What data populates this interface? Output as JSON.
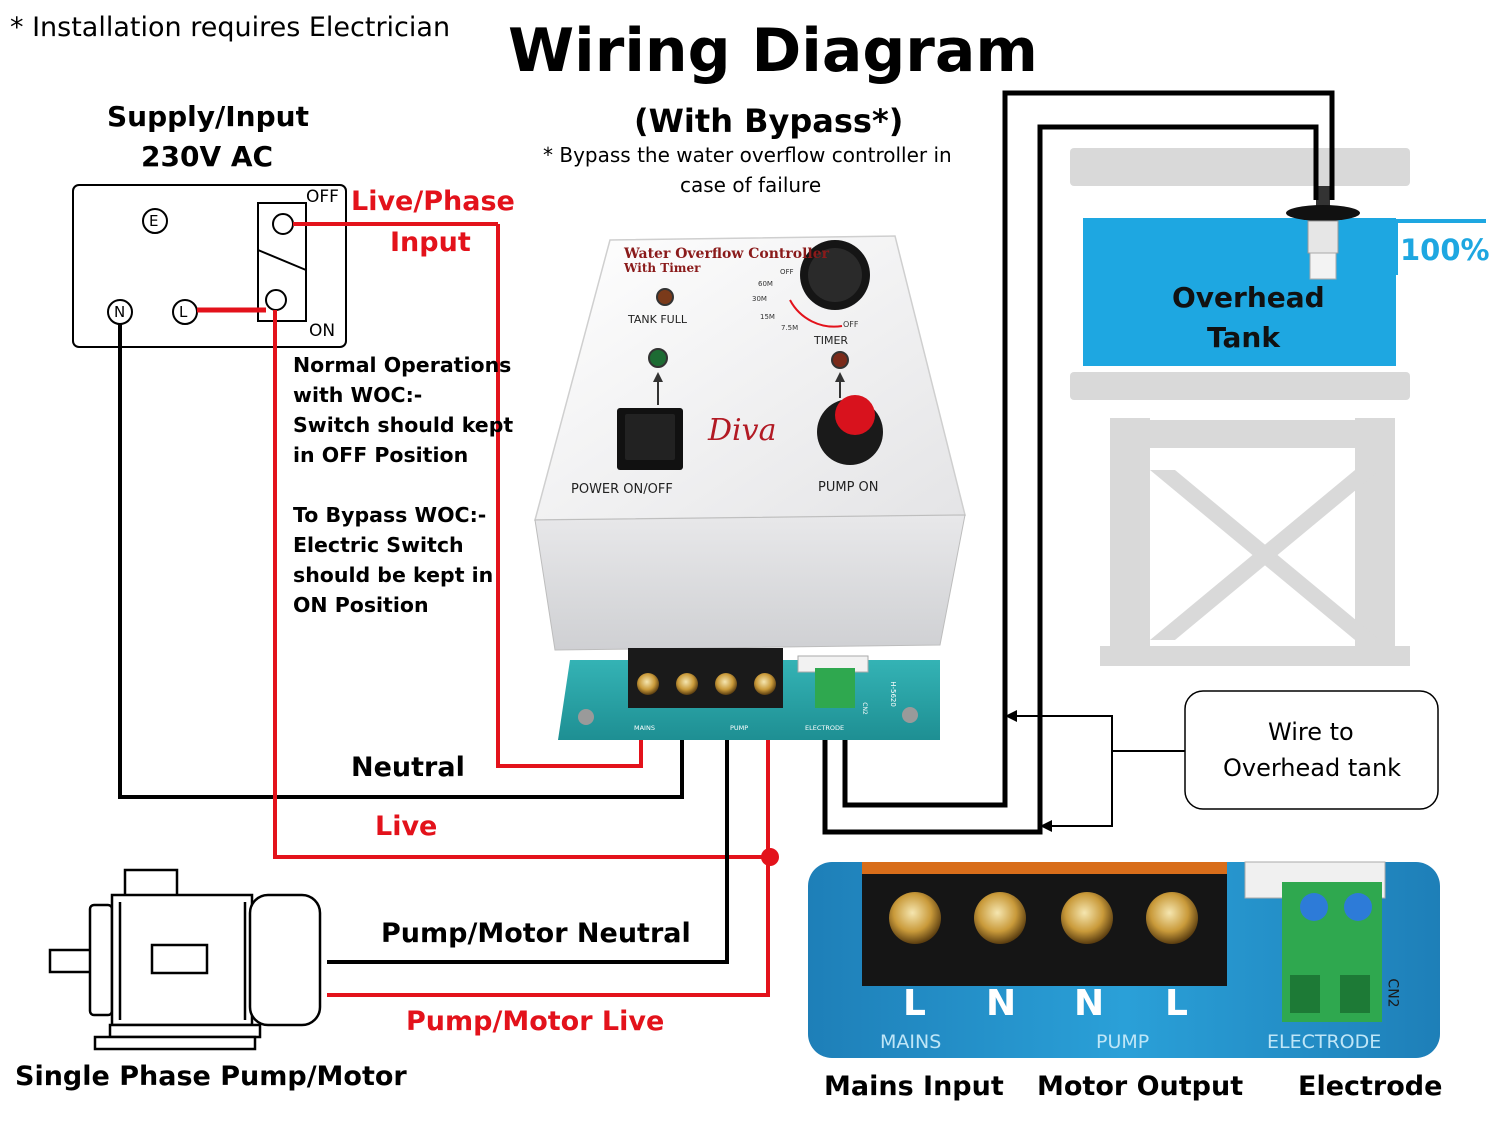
{
  "header": {
    "note": "* Installation requires Electrician",
    "title": "Wiring Diagram",
    "subtitle": "(With Bypass*)",
    "bypass_note_1": "* Bypass the water overflow controller in",
    "bypass_note_2": "case of failure"
  },
  "supply": {
    "title_1": "Supply/Input",
    "title_2": "230V AC",
    "terminal_e": "E",
    "terminal_n": "N",
    "terminal_l": "L",
    "switch_off": "OFF",
    "switch_on": "ON"
  },
  "labels": {
    "live_phase_1": "Live/Phase",
    "live_phase_2": "Input",
    "neutral": "Neutral",
    "live": "Live",
    "pump_neutral": "Pump/Motor Neutral",
    "pump_live": "Pump/Motor Live",
    "pump_motor": "Single Phase Pump/Motor",
    "wire_to_tank_1": "Wire to",
    "wire_to_tank_2": "Overhead tank"
  },
  "instructions": {
    "normal": [
      "Normal Operations",
      "with WOC:-",
      "Switch should kept",
      "in OFF Position"
    ],
    "bypass": [
      "To Bypass WOC:-",
      "Electric Switch",
      "should be kept in",
      "ON Position"
    ]
  },
  "controller": {
    "name_1": "Water Overflow Controller",
    "name_2": "With Timer",
    "tank_full": "TANK FULL",
    "timer": "TIMER",
    "timer_marks": [
      "OFF",
      "60M",
      "30M",
      "15M",
      "7.5M",
      "OFF"
    ],
    "brand": "Diva",
    "power": "POWER ON/OFF",
    "pump_on": "PUMP ON",
    "board_mains": "MAINS",
    "board_pump": "PUMP",
    "board_electrode": "ELECTRODE",
    "board_code": "H-5620",
    "board_cn": "CN2"
  },
  "tank": {
    "label_1": "Overhead",
    "label_2": "Tank",
    "level": "100%"
  },
  "closeup": {
    "terminals": [
      "L",
      "N",
      "N",
      "L"
    ],
    "mains": "MAINS",
    "pump": "PUMP",
    "electrode": "ELECTRODE",
    "cn2": "CN2",
    "caption_mains": "Mains Input",
    "caption_motor": "Motor Output",
    "caption_electrode": "Electrode"
  },
  "colors": {
    "live_wire": "#e3121b",
    "neutral_wire": "#000000",
    "water": "#1ea7e1",
    "level_text": "#1ea7e1",
    "tower": "#d8d8d8",
    "pcb": "#2aa3a6"
  }
}
